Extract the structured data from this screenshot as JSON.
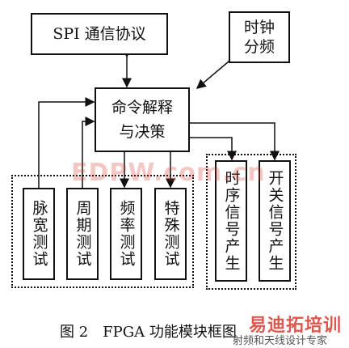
{
  "diagram": {
    "spi_block": "SPI 通信协议",
    "clock_block": "时钟\n分频",
    "command_block": "命令解释\n与决策",
    "test_blocks": [
      "脉宽测试",
      "周期测试",
      "频率测试",
      "特殊测试"
    ],
    "signal_blocks": [
      "时序信号产生",
      "开关信号产生"
    ]
  },
  "caption": "图 2　FPGA 功能模块框图",
  "watermarks": {
    "center_text": "EDPW.com.cn",
    "brand_name": "射频和天线设计专家",
    "brand_logo": "易迪拓培训"
  },
  "colors": {
    "line": "#111111",
    "watermark_red": "#d63a2e"
  }
}
